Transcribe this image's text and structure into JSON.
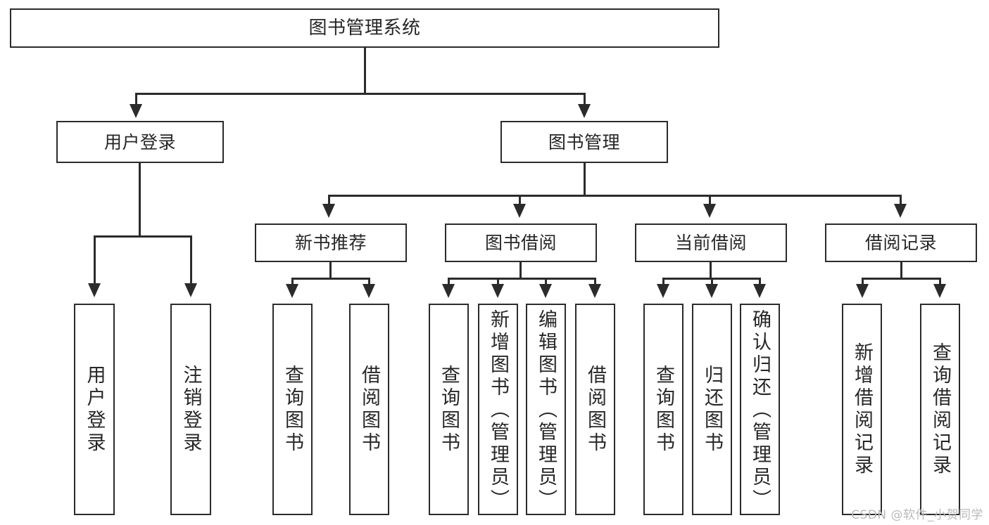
{
  "diagram": {
    "title": "图书管理系统",
    "type": "tree-hierarchy-diagram",
    "root": {
      "label": "图书管理系统"
    },
    "level2": [
      {
        "label": "用户登录"
      },
      {
        "label": "图书管理"
      }
    ],
    "level3": [
      {
        "label": "新书推荐"
      },
      {
        "label": "图书借阅"
      },
      {
        "label": "当前借阅"
      },
      {
        "label": "借阅记录"
      }
    ],
    "leaves": {
      "user_login": [
        {
          "label": "用户登录"
        },
        {
          "label": "注销登录"
        }
      ],
      "new_book_recommend": [
        {
          "label": "查询图书"
        },
        {
          "label": "借阅图书"
        }
      ],
      "book_borrow": [
        {
          "label": "查询图书"
        },
        {
          "label": "新增图书（管理员）"
        },
        {
          "label": "编辑图书（管理员）"
        },
        {
          "label": "借阅图书"
        }
      ],
      "current_borrow": [
        {
          "label": "查询图书"
        },
        {
          "label": "归还图书"
        },
        {
          "label": "确认归还（管理员）"
        }
      ],
      "borrow_record": [
        {
          "label": "新增借阅记录"
        },
        {
          "label": "查询借阅记录"
        }
      ]
    }
  },
  "watermark": {
    "text": "CSDN @软件_小贺同学"
  },
  "colors": {
    "stroke": "#2b2b2b",
    "text": "#262626",
    "background": "#ffffff",
    "watermark": "#b9b9b9"
  }
}
